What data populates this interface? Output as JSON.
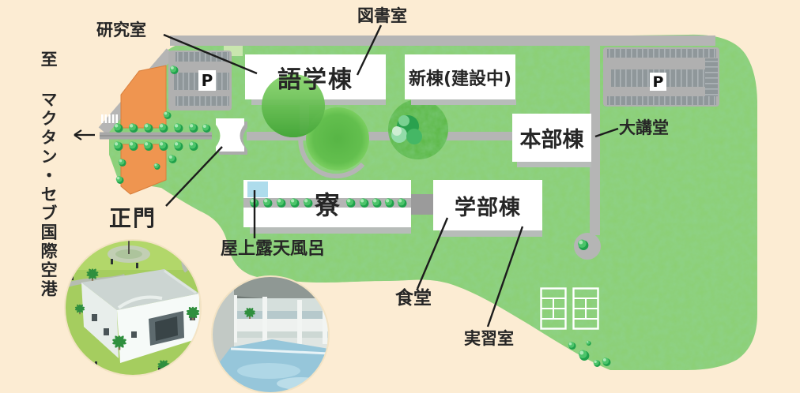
{
  "map": {
    "title_context": "campus map",
    "colors": {
      "background": "#fcecd3",
      "grass": "#8ccf72",
      "road": "#b5b5b5",
      "building": "#ffffff",
      "orange_building": "#ef9550",
      "tree_dark": "#1fa14b",
      "bath_blue": "#aedcec"
    },
    "labels": {
      "airport": "至 マクタン・セブ国際空港",
      "research_room": "研究室",
      "library": "図書室",
      "language_building": "語学棟",
      "new_building": "新棟(建設中)",
      "main_building": "本部棟",
      "auditorium": "大講堂",
      "dormitory": "寮",
      "faculty_building": "学部棟",
      "main_gate": "正門",
      "rooftop_bath": "屋上露天風呂",
      "cafeteria": "食堂",
      "training_room": "実習室",
      "parking": "P"
    },
    "photos": [
      {
        "name": "main-gate-building-photo"
      },
      {
        "name": "rooftop-open-air-bath-photo"
      }
    ]
  }
}
